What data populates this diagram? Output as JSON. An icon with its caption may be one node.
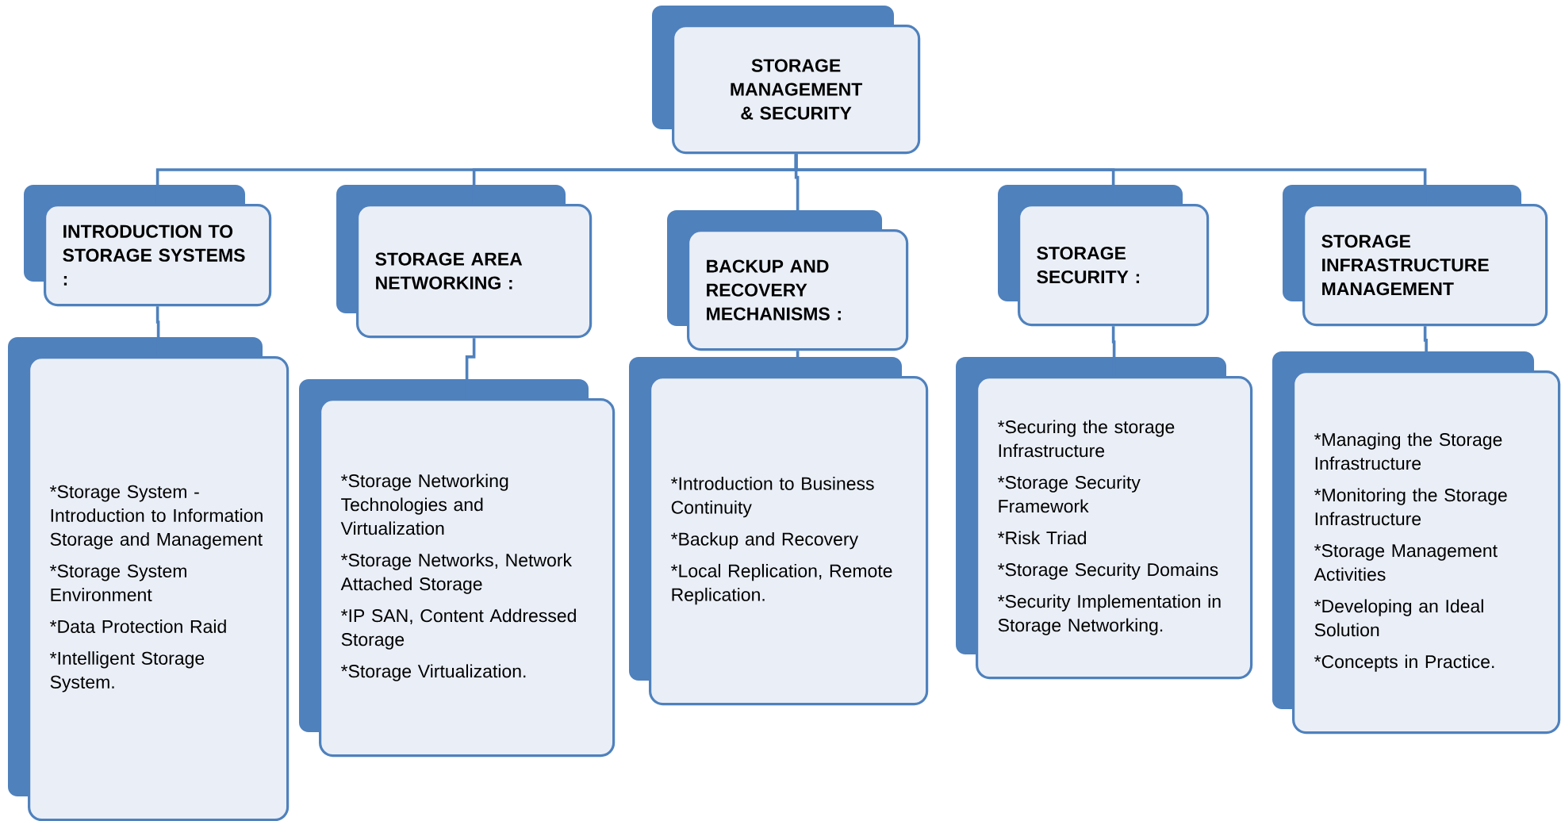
{
  "diagram": {
    "nodes": [
      {
        "text": [
          "STORAGE MANAGEMENT & SECURITY"
        ]
      },
      {
        "text": [
          "INTRODUCTION TO STORAGE SYSTEMS :"
        ]
      },
      {
        "text": [
          "STORAGE AREA NETWORKING :"
        ]
      },
      {
        "text": [
          "BACKUP AND RECOVERY MECHANISMS :"
        ]
      },
      {
        "text": [
          "STORAGE SECURITY :"
        ]
      },
      {
        "text": [
          "STORAGE INFRASTRUCTURE MANAGEMENT"
        ]
      },
      {
        "text": [
          "*Storage System - Introduction to Information Storage and Management",
          "*Storage System Environment",
          "*Data Protection Raid",
          "*Intelligent Storage System."
        ]
      },
      {
        "text": [
          "*Storage Networking Technologies and Virtualization",
          "*Storage Networks, Network Attached Storage",
          "*IP SAN, Content Addressed Storage",
          "*Storage Virtualization."
        ]
      },
      {
        "text": [
          "*Introduction to Business Continuity",
          "*Backup and Recovery",
          "*Local Replication, Remote Replication."
        ]
      },
      {
        "text": [
          "*Securing the storage Infrastructure",
          "*Storage Security Framework",
          "*Risk Triad",
          "*Storage Security Domains",
          "*Security Implementation in Storage Networking."
        ]
      },
      {
        "text": [
          "*Managing the Storage Infrastructure",
          "*Monitoring the Storage Infrastructure",
          "*Storage Management Activities",
          "*Developing an Ideal Solution",
          "*Concepts in Practice."
        ]
      }
    ],
    "edges": [
      {
        "from": 0,
        "to": 1,
        "arrow": "none"
      },
      {
        "from": 0,
        "to": 2,
        "arrow": "none"
      },
      {
        "from": 0,
        "to": 3,
        "arrow": "none"
      },
      {
        "from": 0,
        "to": 4,
        "arrow": "none"
      },
      {
        "from": 0,
        "to": 5,
        "arrow": "none"
      },
      {
        "from": 1,
        "to": 6,
        "arrow": "none"
      },
      {
        "from": 2,
        "to": 7,
        "arrow": "none"
      },
      {
        "from": 3,
        "to": 8,
        "arrow": "none"
      },
      {
        "from": 4,
        "to": 9,
        "arrow": "none"
      },
      {
        "from": 5,
        "to": 10,
        "arrow": "none"
      }
    ]
  }
}
